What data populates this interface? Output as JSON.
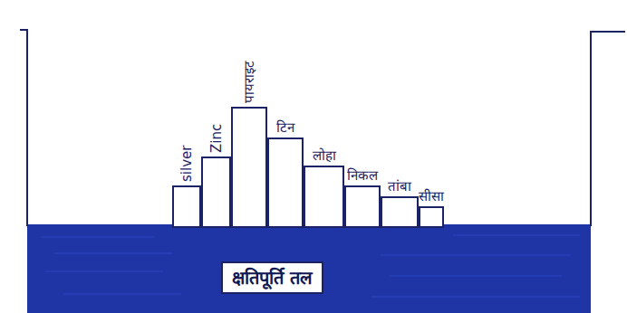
{
  "diagram": {
    "nodes": [
      {
        "text": [
          "silver"
        ]
      },
      {
        "text": [
          "Zinc"
        ]
      },
      {
        "text": [
          "पायराइट"
        ]
      },
      {
        "text": [
          "टिन"
        ]
      },
      {
        "text": [
          "लोहा"
        ]
      },
      {
        "text": [
          "निकल"
        ]
      },
      {
        "text": [
          "तांबा"
        ]
      },
      {
        "text": [
          "सीसा"
        ]
      },
      {
        "text": [
          "क्षतिपूर्ति तल"
        ]
      }
    ]
  }
}
